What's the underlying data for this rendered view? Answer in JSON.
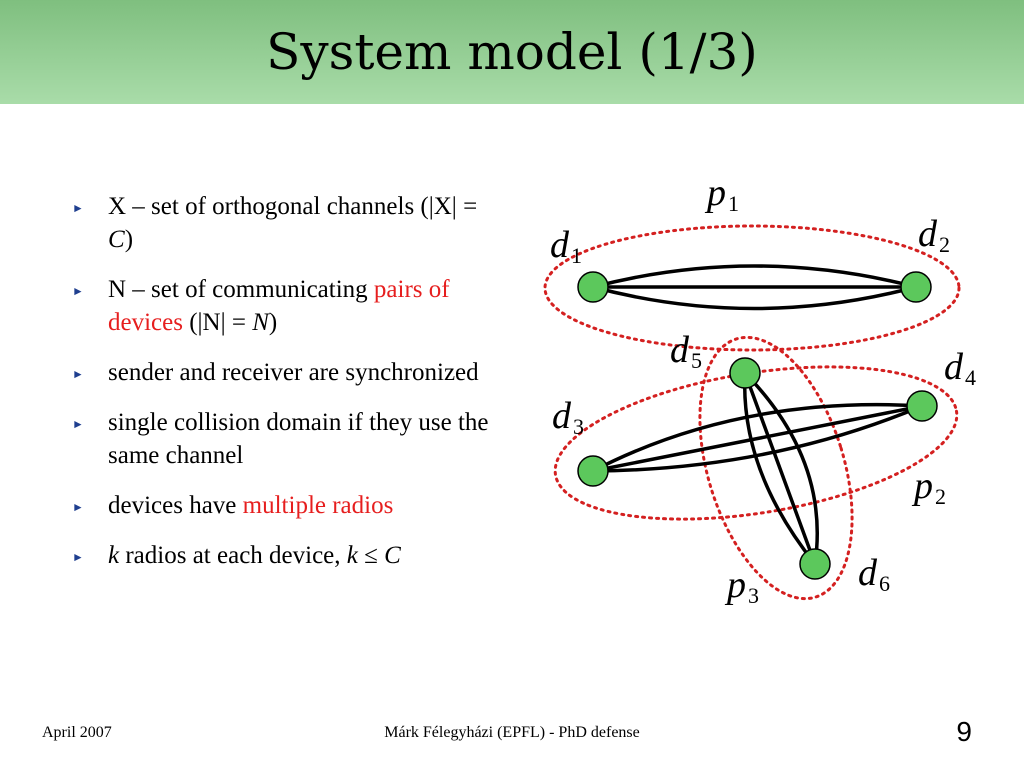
{
  "slide": {
    "title": "System model (1/3)"
  },
  "bullets": [
    {
      "runs": [
        {
          "text": "X – set of orthogonal channels (|X| = ",
          "style": "normal"
        },
        {
          "text": "C",
          "style": "italic"
        },
        {
          "text": ")",
          "style": "normal"
        }
      ]
    },
    {
      "runs": [
        {
          "text": "N – set of communicating ",
          "style": "normal"
        },
        {
          "text": "pairs of devices",
          "style": "red"
        },
        {
          "text": " (|N| = ",
          "style": "normal"
        },
        {
          "text": "N",
          "style": "italic"
        },
        {
          "text": ")",
          "style": "normal"
        }
      ]
    },
    {
      "runs": [
        {
          "text": "sender and receiver are synchronized",
          "style": "normal"
        }
      ]
    },
    {
      "runs": [
        {
          "text": "single collision domain if they use the same channel",
          "style": "normal"
        }
      ]
    },
    {
      "runs": [
        {
          "text": "devices have ",
          "style": "normal"
        },
        {
          "text": "multiple radios",
          "style": "red"
        }
      ]
    },
    {
      "runs": [
        {
          "text": "k",
          "style": "italic"
        },
        {
          "text": " radios at each device, ",
          "style": "normal"
        },
        {
          "text": "k",
          "style": "italic"
        },
        {
          "text": " ≤ ",
          "style": "normal"
        },
        {
          "text": "C",
          "style": "italic"
        }
      ]
    }
  ],
  "bullet_marker": "►",
  "diagram": {
    "pairs": [
      {
        "letter": "p",
        "index": "1"
      },
      {
        "letter": "p",
        "index": "2"
      },
      {
        "letter": "p",
        "index": "3"
      }
    ],
    "devices": [
      {
        "letter": "d",
        "index": "1"
      },
      {
        "letter": "d",
        "index": "2"
      },
      {
        "letter": "d",
        "index": "3"
      },
      {
        "letter": "d",
        "index": "4"
      },
      {
        "letter": "d",
        "index": "5"
      },
      {
        "letter": "d",
        "index": "6"
      }
    ],
    "node_color": "#5cc85c",
    "ellipse_color": "#d42020"
  },
  "footer": {
    "date": "April 2007",
    "author": "Márk Félegyházi (EPFL) - PhD defense",
    "page": "9"
  }
}
